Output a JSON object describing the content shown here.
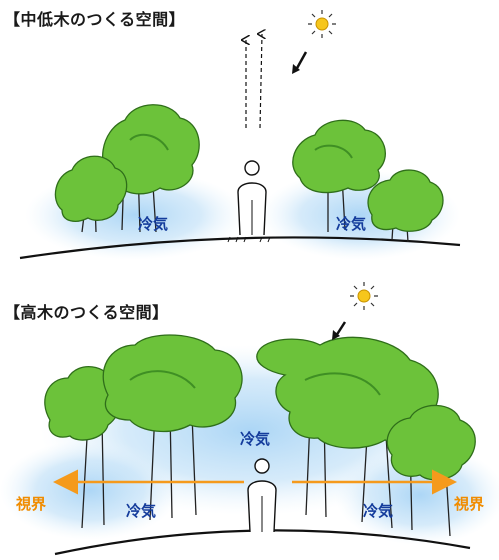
{
  "headings": {
    "top": "【中低木のつくる空間】",
    "bottom": "【高木のつくる空間】"
  },
  "labels": {
    "cool_air": "冷気",
    "view": "視界"
  },
  "colors": {
    "tree": "#6cc23a",
    "tree_dark": "#3f8f24",
    "cool_air": "#143c9c",
    "mist": "#b8dcf6",
    "sun": "#f6c61c",
    "view_arrow": "#f59a1c",
    "ink": "#111111"
  },
  "icons": [
    "sun-icon",
    "person-icon",
    "tree-icon",
    "wind-arrow-icon",
    "sunlight-arrow-icon",
    "view-arrow-icon"
  ]
}
